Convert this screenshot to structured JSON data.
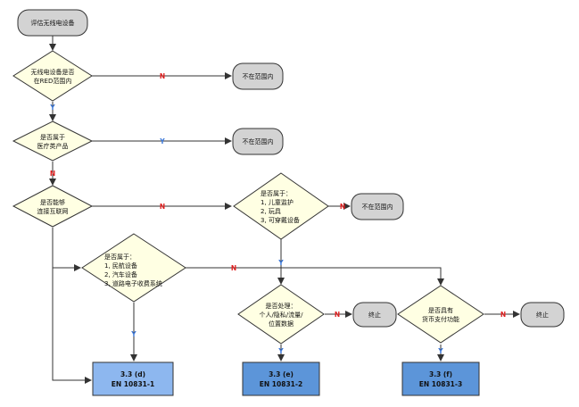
{
  "start": {
    "label": "评估无线电设备"
  },
  "q_red": {
    "line1": "无线电设备是否",
    "line2": "在RED范围内"
  },
  "q_medical": {
    "line1": "是否属于",
    "line2": "医疗类产品"
  },
  "q_internet": {
    "line1": "是否能够",
    "line2": "连接互联网"
  },
  "q_category1": {
    "title": "是否属于：",
    "items": [
      "1, 儿童监护",
      "2, 玩具",
      "3, 可穿戴设备"
    ]
  },
  "q_category2": {
    "title": "是否属于：",
    "items": [
      "1, 民航设备",
      "2, 汽车设备",
      "3, 道路电子收费系统"
    ]
  },
  "q_data": {
    "line1": "是否处理：",
    "line2": "个人/隐私/流量/",
    "line3": "位置数据"
  },
  "q_payment": {
    "line1": "是否具有",
    "line2": "货币支付功能"
  },
  "out_of_scope": {
    "label": "不在范围内"
  },
  "stop": {
    "label": "终止"
  },
  "results": [
    {
      "clause": "3.3 (d)",
      "standard": "EN 10831-1"
    },
    {
      "clause": "3.3 (e)",
      "standard": "EN 10831-2"
    },
    {
      "clause": "3.3 (f)",
      "standard": "EN 10831-3"
    }
  ],
  "edge_labels": {
    "yes": "Y",
    "no": "N"
  },
  "colors": {
    "decision_fill": "#ffffe3",
    "terminal_fill": "#d3d3d3",
    "result_fill_light": "#8db7ef",
    "result_fill_dark": "#5c95d9",
    "yes_color": "#3c78d8",
    "no_color": "#e02020",
    "line_color": "#333333"
  }
}
